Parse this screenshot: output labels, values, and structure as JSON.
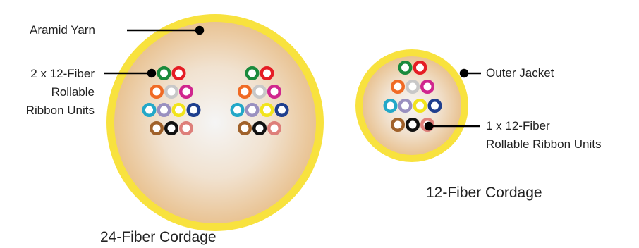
{
  "labels": {
    "aramid_yarn": "Aramid Yarn",
    "ribbon_units_24": [
      "2 x 12-Fiber",
      "Rollable",
      "Ribbon Units"
    ],
    "outer_jacket": "Outer Jacket",
    "ribbon_units_12": [
      "1 x 12-Fiber",
      "Rollable Ribbon Units"
    ]
  },
  "captions": {
    "cordage_24": "24-Fiber Cordage",
    "cordage_12": "12-Fiber Cordage"
  },
  "colors": {
    "jacket": "#f8e23e",
    "core_center": "#f4f4f4",
    "core_edge": "#ebc79a",
    "leader_line": "#000000"
  },
  "fiber_colors": [
    "green",
    "red",
    "orange",
    "lightgray",
    "magenta",
    "cyan",
    "violet",
    "yellow",
    "blue",
    "brown",
    "black",
    "rose"
  ],
  "fiber_color_hex": {
    "green": "#1a8a3c",
    "red": "#e51c24",
    "orange": "#f06a24",
    "lightgray": "#c8c8c8",
    "magenta": "#d0268e",
    "cyan": "#23a8c8",
    "violet": "#9a90c0",
    "yellow": "#f2e41c",
    "blue": "#1f3f8e",
    "brown": "#a0612a",
    "black": "#111111",
    "rose": "#de7f7a"
  }
}
